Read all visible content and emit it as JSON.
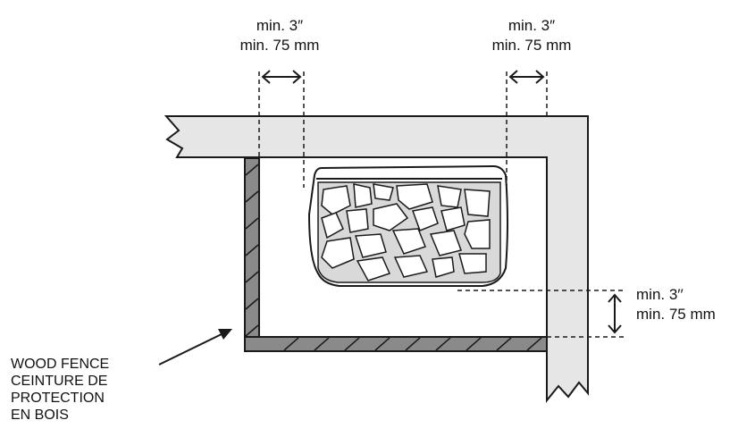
{
  "labels": {
    "top_left": {
      "line1": "min. 3″",
      "line2": "min. 75 mm"
    },
    "top_right": {
      "line1": "min. 3″",
      "line2": "min. 75 mm"
    },
    "right": {
      "line1": "min. 3′′",
      "line2": "min. 75 mm"
    },
    "fence": [
      "WOOD FENCE",
      "CEINTURE DE",
      "PROTECTION",
      "EN BOIS"
    ]
  },
  "colors": {
    "wall_fill": "#e6e6e6",
    "fence_fill": "#8a8a8a",
    "stone_area_fill": "#d9d9d9",
    "line": "#1a1a1a"
  },
  "stones_count": 20
}
